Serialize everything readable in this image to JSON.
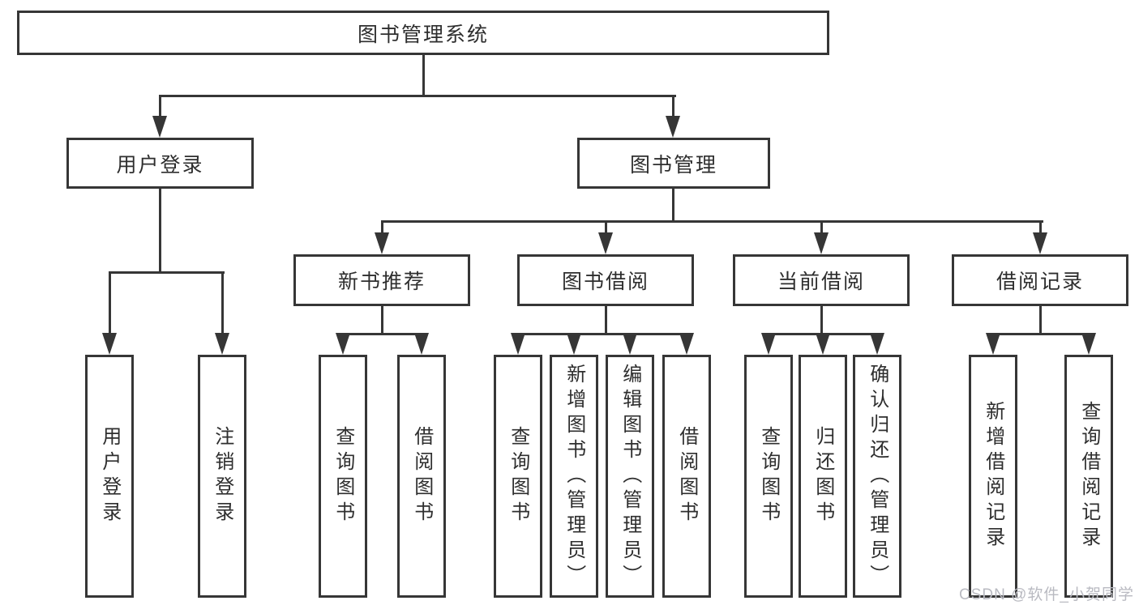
{
  "diagram": {
    "root": {
      "label": "图书管理系统"
    },
    "branches": [
      {
        "label": "用户登录",
        "children": [
          {
            "label": "用户登录"
          },
          {
            "label": "注销登录"
          }
        ]
      },
      {
        "label": "图书管理",
        "children": [
          {
            "label": "新书推荐",
            "children": [
              {
                "label": "查询图书"
              },
              {
                "label": "借阅图书"
              }
            ]
          },
          {
            "label": "图书借阅",
            "children": [
              {
                "label": "查询图书"
              },
              {
                "label": "新增图书（管理员）"
              },
              {
                "label": "编辑图书（管理员）"
              },
              {
                "label": "借阅图书"
              }
            ]
          },
          {
            "label": "当前借阅",
            "children": [
              {
                "label": "查询图书"
              },
              {
                "label": "归还图书"
              },
              {
                "label": "确认归还（管理员）"
              }
            ]
          },
          {
            "label": "借阅记录",
            "children": [
              {
                "label": "新增借阅记录"
              },
              {
                "label": "查询借阅记录"
              }
            ]
          }
        ]
      }
    ]
  },
  "watermark": {
    "text": "CSDN @软件_小贺同学"
  },
  "colors": {
    "line": "#363636",
    "text": "#2e2e2e",
    "watermark_text": "#b9bac1",
    "background": "#ffffff"
  }
}
